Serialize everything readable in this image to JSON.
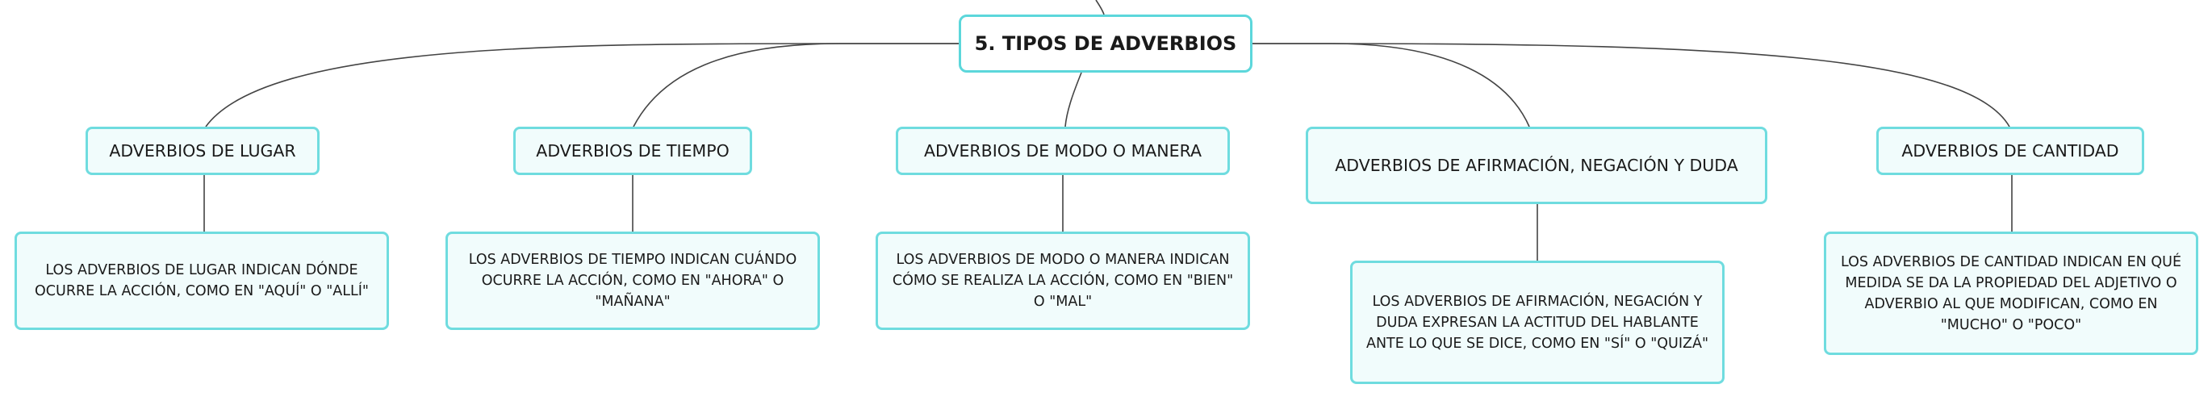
{
  "diagram": {
    "root": {
      "label": "5. TIPOS DE ADVERBIOS"
    },
    "categories": [
      {
        "label": "ADVERBIOS DE LUGAR",
        "description": "LOS ADVERBIOS DE LUGAR INDICAN DÓNDE OCURRE LA ACCIÓN, COMO EN \"AQUÍ\" O \"ALLÍ\""
      },
      {
        "label": "ADVERBIOS DE TIEMPO",
        "description": "LOS ADVERBIOS DE TIEMPO INDICAN CUÁNDO OCURRE LA ACCIÓN, COMO EN \"AHORA\" O \"MAÑANA\""
      },
      {
        "label": "ADVERBIOS DE MODO O MANERA",
        "description": "LOS ADVERBIOS DE MODO O MANERA INDICAN CÓMO SE REALIZA LA ACCIÓN, COMO EN \"BIEN\" O \"MAL\""
      },
      {
        "label": "ADVERBIOS DE AFIRMACIÓN, NEGACIÓN Y DUDA",
        "description": "LOS ADVERBIOS DE AFIRMACIÓN, NEGACIÓN Y DUDA EXPRESAN LA ACTITUD DEL HABLANTE ANTE LO QUE SE DICE, COMO EN \"SÍ\" O \"QUIZÁ\""
      },
      {
        "label": "ADVERBIOS DE CANTIDAD",
        "description": "LOS ADVERBIOS DE CANTIDAD INDICAN EN QUÉ MEDIDA SE DA LA PROPIEDAD DEL ADJETIVO O ADVERBIO AL QUE MODIFICAN, COMO EN \"MUCHO\" O \"POCO\""
      }
    ]
  },
  "colors": {
    "node_border": "#6fdcdf",
    "node_fill": "#f1fcfc",
    "connector": "#444444"
  }
}
